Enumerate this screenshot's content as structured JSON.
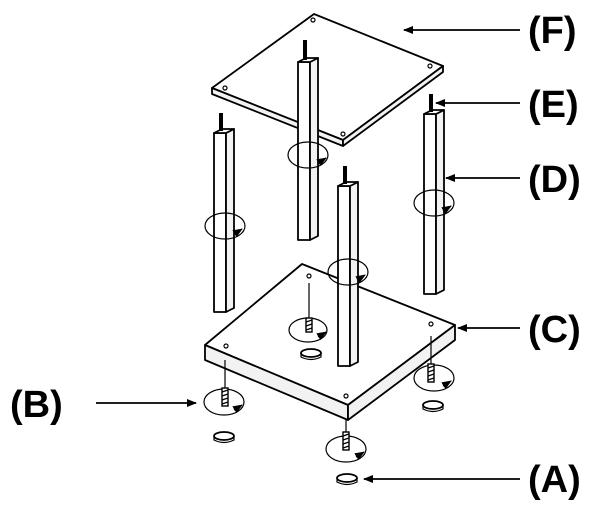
{
  "callouts": {
    "f": "(F)",
    "e": "(E)",
    "d": "(D)",
    "c": "(C)",
    "b": "(B)",
    "a": "(A)"
  },
  "colors": {
    "line": "#000000",
    "background": "#ffffff"
  }
}
